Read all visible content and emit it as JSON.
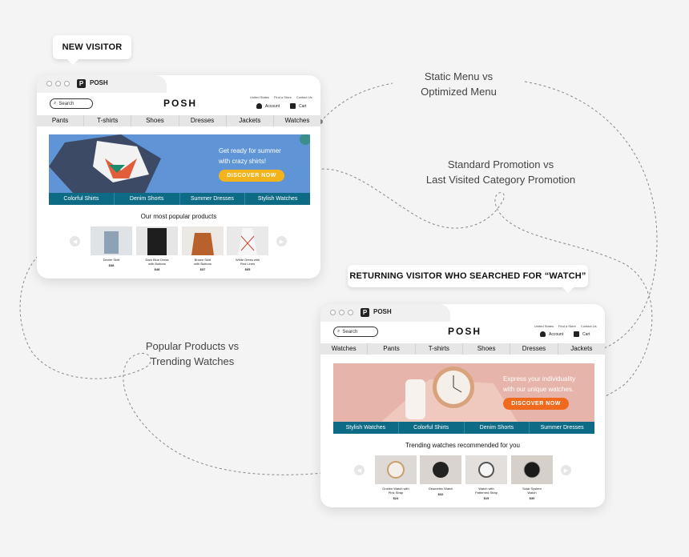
{
  "callouts": {
    "new_visitor": "NEW VISITOR",
    "returning_visitor": "RETURNING VISITOR WHO SEARCHED FOR “WATCH”"
  },
  "labels": {
    "menu": [
      "Static Menu vs",
      "Optimized Menu"
    ],
    "promo": [
      "Standard Promotion vs",
      "Last Visited Category Promotion"
    ],
    "products": [
      "Popular Products vs",
      "Trending Watches"
    ]
  },
  "win1": {
    "tab_icon": "P",
    "tab_title": "POSH",
    "search_placeholder": "Search",
    "logo": "POSH",
    "toplinks": [
      "United States",
      "Find a Store",
      "Contact Us"
    ],
    "account": "Account",
    "cart": "Cart",
    "nav": [
      "Pants",
      "T-shirts",
      "Shoes",
      "Dresses",
      "Jackets",
      "Watches"
    ],
    "hero_text": [
      "Get ready for summer",
      "with crazy shirts!"
    ],
    "hero_button": "DISCOVER NOW",
    "categories": [
      "Colorful Shirts",
      "Denim Shorts",
      "Summer Dresses",
      "Stylish Watches"
    ],
    "section_title": "Our most popular products",
    "products": [
      {
        "name": [
          "Denim Skirt"
        ],
        "price": "$38"
      },
      {
        "name": [
          "Dark Blue Dress",
          "with Buttons"
        ],
        "price": "$48"
      },
      {
        "name": [
          "Brown Skirt",
          "with Buttons"
        ],
        "price": "$37"
      },
      {
        "name": [
          "White Dress with",
          "Red Lines"
        ],
        "price": "$65"
      }
    ]
  },
  "win2": {
    "tab_icon": "P",
    "tab_title": "POSH",
    "search_placeholder": "Search",
    "logo": "POSH",
    "toplinks": [
      "United States",
      "Find a Store",
      "Contact Us"
    ],
    "account": "Account",
    "cart": "Cart",
    "nav": [
      "Watches",
      "Pants",
      "T-shirts",
      "Shoes",
      "Dresses",
      "Jackets"
    ],
    "hero_text": [
      "Express your individuality",
      "with our unique watches."
    ],
    "hero_button": "DISCOVER NOW",
    "categories": [
      "Stylish Watches",
      "Colorful Shirts",
      "Denim Shorts",
      "Summer Dresses"
    ],
    "section_title": "Trending watches recommended for you",
    "products": [
      {
        "name": [
          "Golden Watch with",
          "Pink Strap"
        ],
        "price": "$24"
      },
      {
        "name": [
          "Geometric Watch"
        ],
        "price": "$32"
      },
      {
        "name": [
          "Watch with",
          "Patterned Strap"
        ],
        "price": "$15"
      },
      {
        "name": [
          "Solar System",
          "Watch"
        ],
        "price": "$30"
      }
    ]
  },
  "colors": {
    "accent": "#0e6b86",
    "button_yellow": "#f3b41b",
    "button_orange": "#ef6a1c",
    "hero_blue": "#5f94d6",
    "hero_pink": "#e9b9b0"
  }
}
